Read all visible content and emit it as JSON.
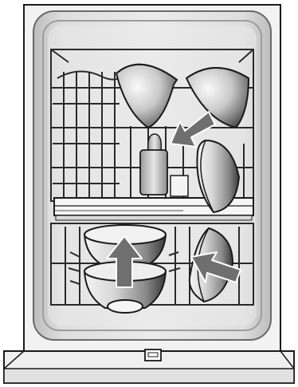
{
  "illustration": {
    "subject": "dishwasher-upper-rack-loading",
    "items": [
      {
        "kind": "bowl",
        "count": 6
      },
      {
        "kind": "cup",
        "count": 1
      }
    ],
    "arrows": [
      {
        "direction": "down-left"
      },
      {
        "direction": "up"
      },
      {
        "direction": "up-left"
      }
    ],
    "colors": {
      "outline": "#1a1a1a",
      "cabinet": "#f2f2f2",
      "tub_light": "#e4e4e4",
      "tub_dark": "#9d9d9d",
      "rack_wire": "#2a2a2a",
      "bowl_light": "#f4f4f4",
      "bowl_dark": "#3c3c3c",
      "arrow_fill": "#6f6f6f"
    }
  }
}
